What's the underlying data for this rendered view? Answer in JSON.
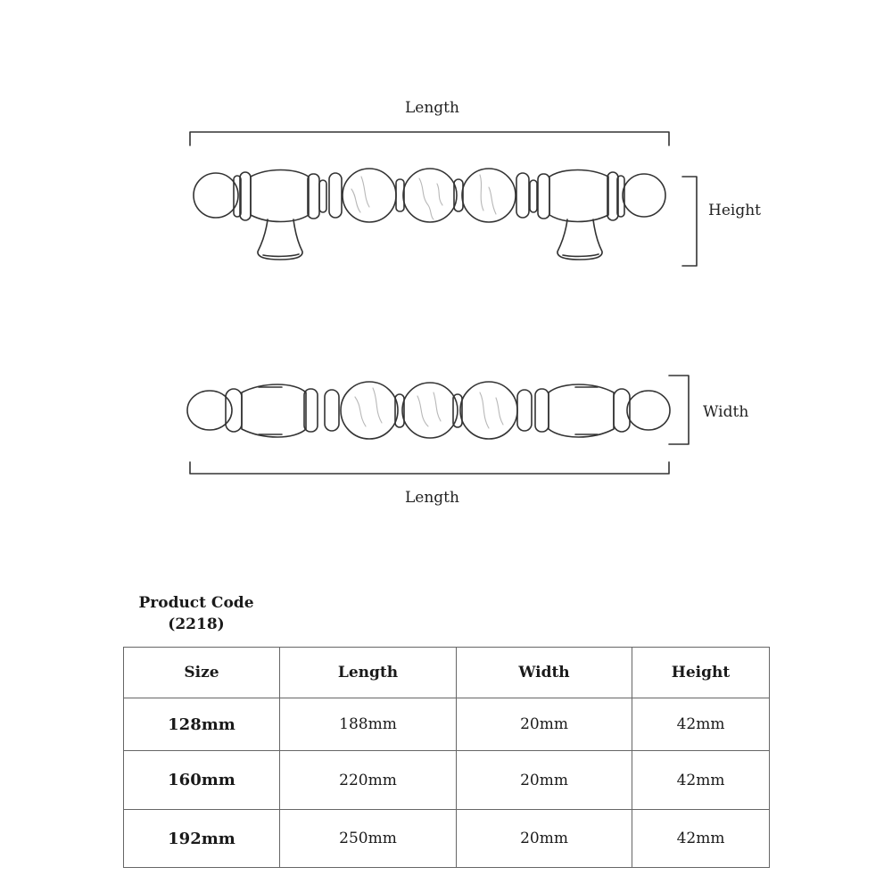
{
  "labels": {
    "top_length": "Length",
    "height": "Height",
    "width": "Width",
    "bottom_length": "Length"
  },
  "product": {
    "title": "Product Code",
    "code": "(2218)"
  },
  "table": {
    "headers": [
      "Size",
      "Length",
      "Width",
      "Height"
    ],
    "rows": [
      [
        "128mm",
        "188mm",
        "20mm",
        "42mm"
      ],
      [
        "160mm",
        "220mm",
        "20mm",
        "42mm"
      ],
      [
        "192mm",
        "250mm",
        "20mm",
        "42mm"
      ]
    ]
  }
}
